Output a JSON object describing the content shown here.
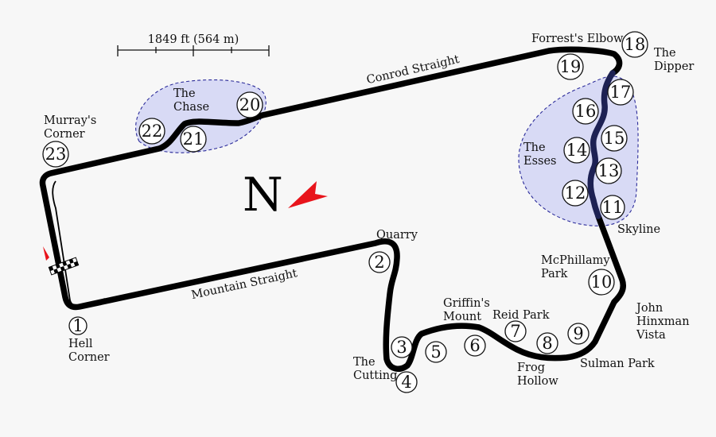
{
  "scale": {
    "label": "1849 ft (564 m)"
  },
  "north": {
    "label": "N",
    "arrow_color": "#e8141b"
  },
  "colors": {
    "track": "#000000",
    "zone_fill": "#d8daf5",
    "zone_stroke": "#2c2c9a",
    "esses_track": "#1d2153"
  },
  "zones": {
    "chase": "The\nChase",
    "esses": "The\nEsses"
  },
  "straights": {
    "conrod": "Conrod Straight",
    "mountain": "Mountain Straight"
  },
  "turns": [
    {
      "n": "1",
      "name": "Hell\nCorner"
    },
    {
      "n": "2",
      "name": "Quarry"
    },
    {
      "n": "3",
      "name": ""
    },
    {
      "n": "4",
      "name": "The\nCutting"
    },
    {
      "n": "5",
      "name": ""
    },
    {
      "n": "6",
      "name": "Griffin's\nMount"
    },
    {
      "n": "7",
      "name": "Reid Park"
    },
    {
      "n": "8",
      "name": "Frog\nHollow"
    },
    {
      "n": "9",
      "name": "Sulman Park"
    },
    {
      "n": "10",
      "name": "McPhillamy\nPark"
    },
    {
      "n": "11",
      "name": "Skyline"
    },
    {
      "n": "12",
      "name": ""
    },
    {
      "n": "13",
      "name": ""
    },
    {
      "n": "14",
      "name": ""
    },
    {
      "n": "15",
      "name": ""
    },
    {
      "n": "16",
      "name": ""
    },
    {
      "n": "17",
      "name": ""
    },
    {
      "n": "18",
      "name": "The\nDipper"
    },
    {
      "n": "19",
      "name": "Forrest's Elbow"
    },
    {
      "n": "20",
      "name": ""
    },
    {
      "n": "21",
      "name": ""
    },
    {
      "n": "22",
      "name": ""
    },
    {
      "n": "23",
      "name": "Murray's\nCorner"
    }
  ],
  "landmarks": {
    "john_hinxman": "John\nHinxman\nVista"
  }
}
